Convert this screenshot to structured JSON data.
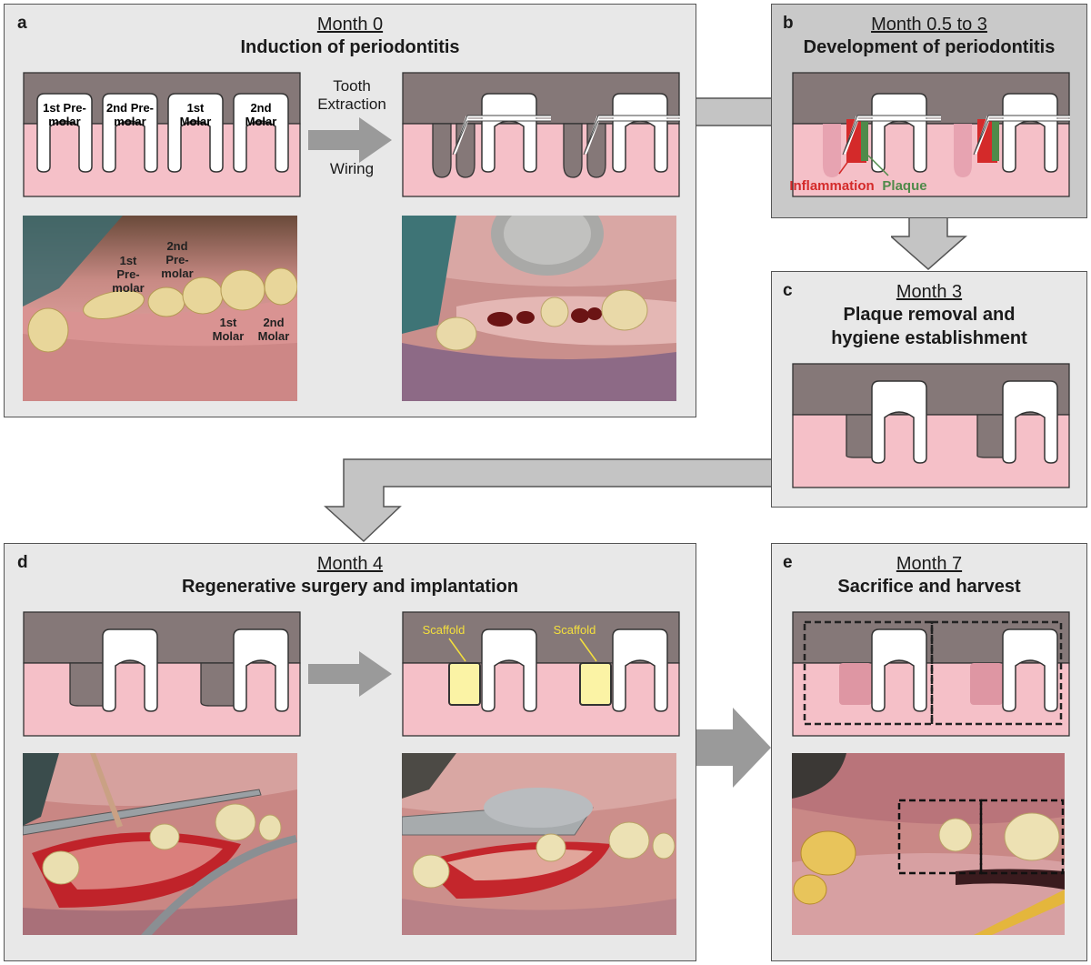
{
  "panel_a": {
    "letter": "a",
    "month": "Month 0",
    "heading": "Induction of periodontitis",
    "teeth_labels": [
      "1st Pre-\nmolar",
      "2nd Pre-\nmolar",
      "1st\nMolar",
      "2nd\nMolar"
    ],
    "step_top": "Tooth\nExtraction",
    "step_bottom": "Wiring",
    "photo_labels": [
      "1st\nPre-\nmolar",
      "2nd\nPre-\nmolar",
      "1st\nMolar",
      "2nd\nMolar"
    ]
  },
  "panel_b": {
    "letter": "b",
    "month": "Month 0.5 to 3",
    "heading": "Development of periodontitis",
    "inflammation_label": "Inflammation",
    "plaque_label": "Plaque"
  },
  "panel_c": {
    "letter": "c",
    "month": "Month 3",
    "heading_line1": "Plaque removal and",
    "heading_line2": "hygiene establishment"
  },
  "panel_d": {
    "letter": "d",
    "month": "Month 4",
    "heading": "Regenerative surgery and implantation",
    "scaffold_label": "Scaffold"
  },
  "panel_e": {
    "letter": "e",
    "month": "Month 7",
    "heading": "Sacrifice and harvest"
  },
  "colors": {
    "bone": "#857878",
    "gum": "#f5c0c8",
    "tooth": "#ffffff",
    "inflammation": "#d42a2a",
    "plaque": "#4f8a4a",
    "scaffold": "#fbf3a5",
    "scaffold_label": "#f4e03c",
    "arrow": "#9a9a9a"
  }
}
